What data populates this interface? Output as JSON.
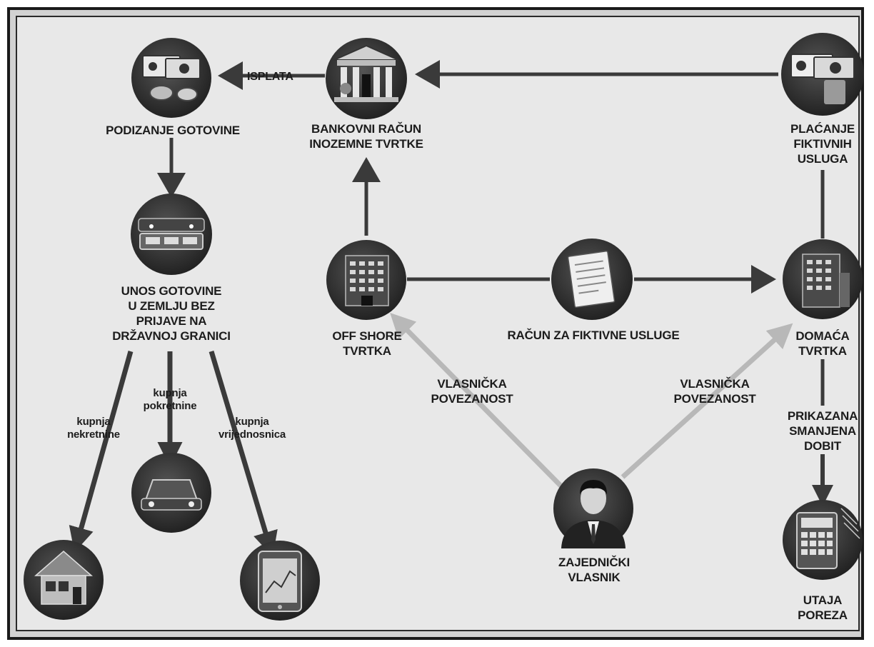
{
  "nodes": {
    "cash": {
      "icon": "cash-icon"
    },
    "bank": {
      "icon": "bank-icon",
      "lines": [
        "BANKOVNI RAČUN",
        "INOZEMNE TVRTKE"
      ]
    },
    "fictitious_payment": {
      "icon": "money-payment-icon",
      "lines": [
        "PLAĆANJE",
        "FIKTIVNIH",
        "USLUGA"
      ]
    },
    "car_smuggling": {
      "icon": "car-icon",
      "lines": [
        "UNOS GOTOVINE",
        "U ZEMLJU BEZ",
        "PRIJAVE NA",
        "DRŽAVNOJ GRANICI"
      ]
    },
    "offshore": {
      "icon": "office-building-icon",
      "lines": [
        "OFF SHORE",
        "TVRTKA"
      ]
    },
    "invoice": {
      "icon": "invoice-document-icon"
    },
    "domestic": {
      "icon": "office-building-icon",
      "lines": [
        "DOMAĆA",
        "TVRTKA"
      ]
    },
    "house": {
      "icon": "house-icon"
    },
    "car": {
      "icon": "car-icon"
    },
    "tablet": {
      "icon": "tablet-securities-icon"
    },
    "owner": {
      "icon": "businessman-icon",
      "lines": [
        "ZAJEDNIČKI",
        "VLASNIK"
      ]
    },
    "calculator": {
      "icon": "calculator-icon",
      "lines": [
        "UTAJA",
        "POREZA"
      ]
    }
  },
  "labels": {
    "cash_withdrawal": "PODIZANJE GOTOVINE",
    "payout": "ISPLATA",
    "invoice_label": "RAČUN ZA FIKTIVNE USLUGE",
    "ownership_left": [
      "VLASNIČKA",
      "POVEZANOST"
    ],
    "ownership_right": [
      "VLASNIČKA",
      "POVEZANOST"
    ],
    "reduced_profit": [
      "PRIKAZANA",
      "SMANJENA",
      "DOBIT"
    ],
    "buy_real_estate": [
      "kupnja",
      "nekretnine"
    ],
    "buy_movables": [
      "kupnja",
      "pokretnine"
    ],
    "buy_securities": [
      "kupnja",
      "vrijednosnica"
    ]
  },
  "colors": {
    "background": "#e8e8e8",
    "arrow_dark": "#3a3a3a",
    "arrow_light": "#b8b8b8",
    "circle_fill": "#2c2c2c"
  }
}
